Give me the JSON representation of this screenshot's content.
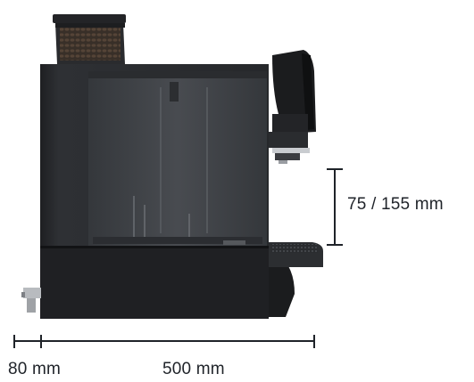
{
  "image": {
    "subject": "espresso-machine-side-view",
    "colors": {
      "body": "#2b2d30",
      "body_dark": "#1a1b1d",
      "tank": "#3f4246",
      "hopper": "#232427",
      "beans": "#4a3b30",
      "chrome": "#c9ccd0",
      "dim_line": "#1f2329"
    }
  },
  "dimensions": {
    "height_label": "75 / 155 mm",
    "side_label": "80 mm",
    "depth_label": "500 mm"
  }
}
